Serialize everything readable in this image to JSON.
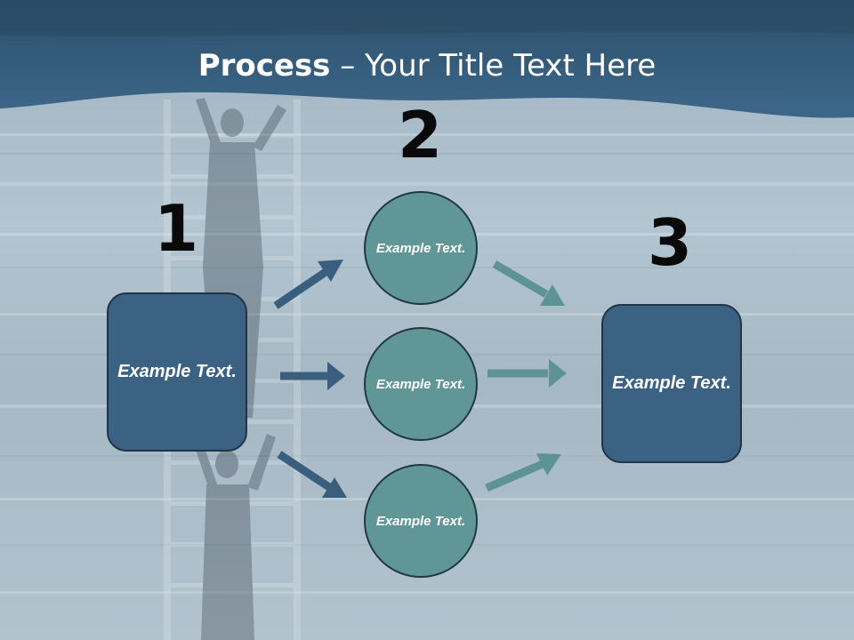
{
  "slide": {
    "title_bold": "Process",
    "title_rest": " – Your Title Text Here"
  },
  "steps": [
    {
      "number": "1",
      "label": "Example Text."
    },
    {
      "number": "2",
      "items": [
        "Example Text.",
        "Example Text.",
        "Example Text."
      ]
    },
    {
      "number": "3",
      "label": "Example Text."
    }
  ],
  "colors": {
    "header": "#2f5674",
    "box": "#3b6282",
    "circle": "#609796",
    "arrow_in": "#3a5f7e",
    "arrow_out": "#5d9392"
  }
}
